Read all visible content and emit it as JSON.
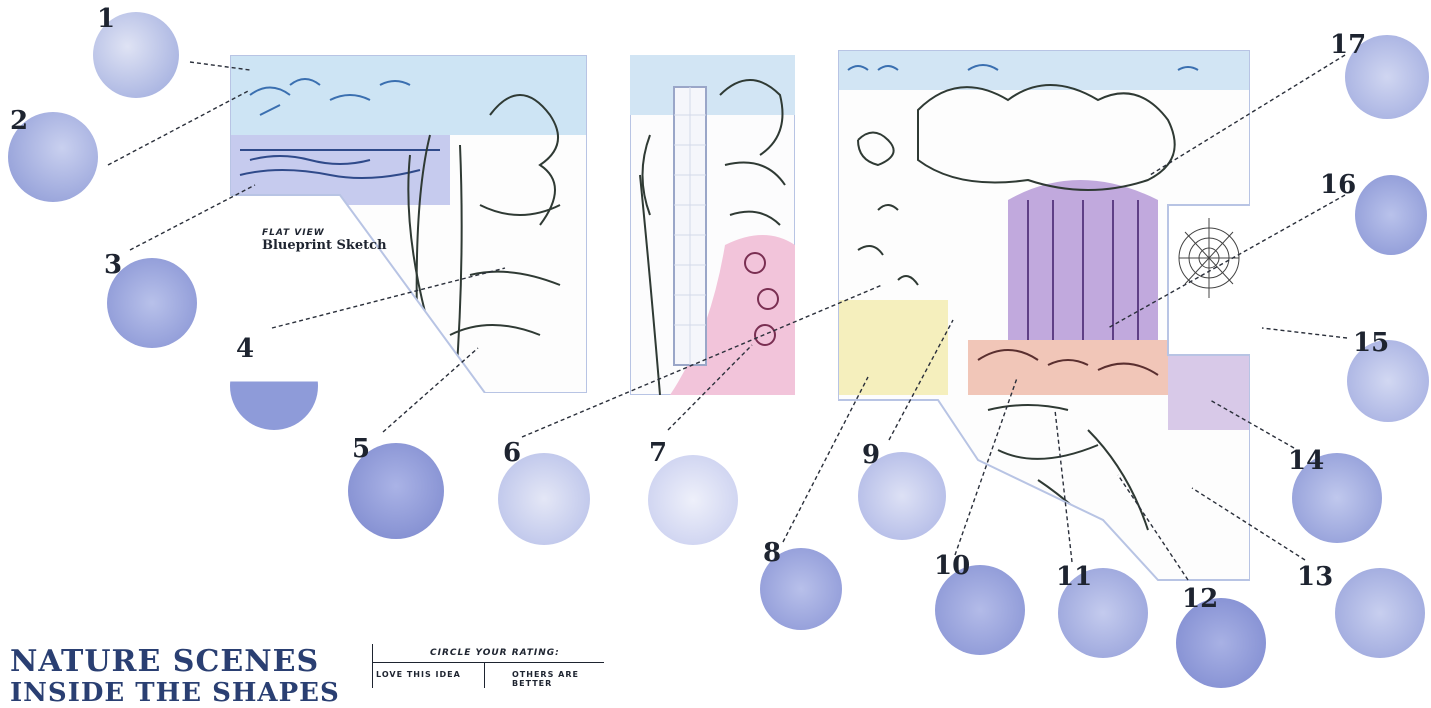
{
  "sketch": {
    "flat_view_label": "FLAT VIEW",
    "blueprint_label": "Blueprint Sketch"
  },
  "callouts": [
    "1",
    "2",
    "3",
    "4",
    "5",
    "6",
    "7",
    "8",
    "9",
    "10",
    "11",
    "12",
    "13",
    "14",
    "15",
    "16",
    "17"
  ],
  "title": {
    "line1": "NATURE SCENES",
    "line2": "INSIDE THE SHAPES"
  },
  "rating": {
    "heading": "CIRCLE YOUR RATING:",
    "left": "LOVE THIS IDEA",
    "right": "OTHERS ARE BETTER"
  },
  "colors": {
    "sky": "#cfe4f3",
    "purple": "#b6a0d6",
    "pink": "#efb3cf",
    "peach": "#f3c8b4",
    "yellow": "#f5efbd",
    "thumb": "#9da9dc",
    "line": "#2f3a34"
  }
}
